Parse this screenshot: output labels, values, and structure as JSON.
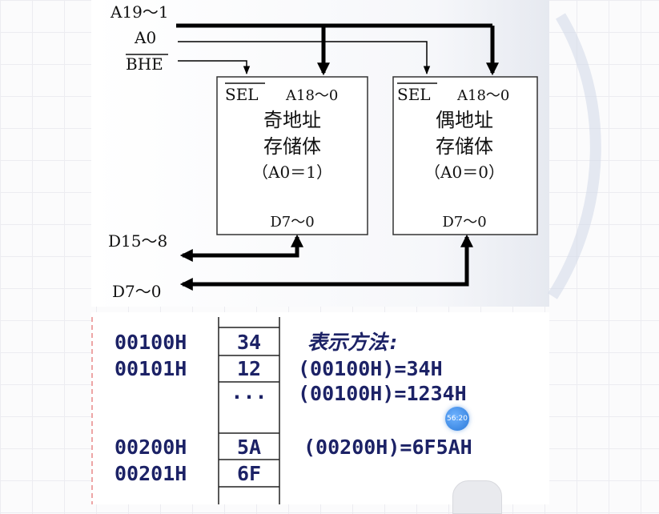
{
  "diagram": {
    "addr_bus_label": "A19～1",
    "a0_label": "A0",
    "bhe_label": "BHE",
    "odd_bank": {
      "sel": "SEL",
      "addr": "A18～0",
      "name1": "奇地址",
      "name2": "存储体",
      "cond": "（A0＝1）",
      "data": "D7～0"
    },
    "even_bank": {
      "sel": "SEL",
      "addr": "A18～0",
      "name1": "偶地址",
      "name2": "存储体",
      "cond": "（A0＝0）",
      "data": "D7～0"
    },
    "d_high_label": "D15～8",
    "d_low_label": "D7～0"
  },
  "memory": {
    "rows": [
      {
        "addr": "00100H",
        "value": "34"
      },
      {
        "addr": "00101H",
        "value": "12"
      },
      {
        "addr": "",
        "value": "..."
      },
      {
        "addr": "00200H",
        "value": "5A"
      },
      {
        "addr": "00201H",
        "value": "6F"
      }
    ],
    "notation_title": "表示方法:",
    "notations": [
      "(00100H)=34H",
      "(00100H)=1234H",
      "(00200H)=6F5AH"
    ]
  },
  "timer_badge": "56:20"
}
